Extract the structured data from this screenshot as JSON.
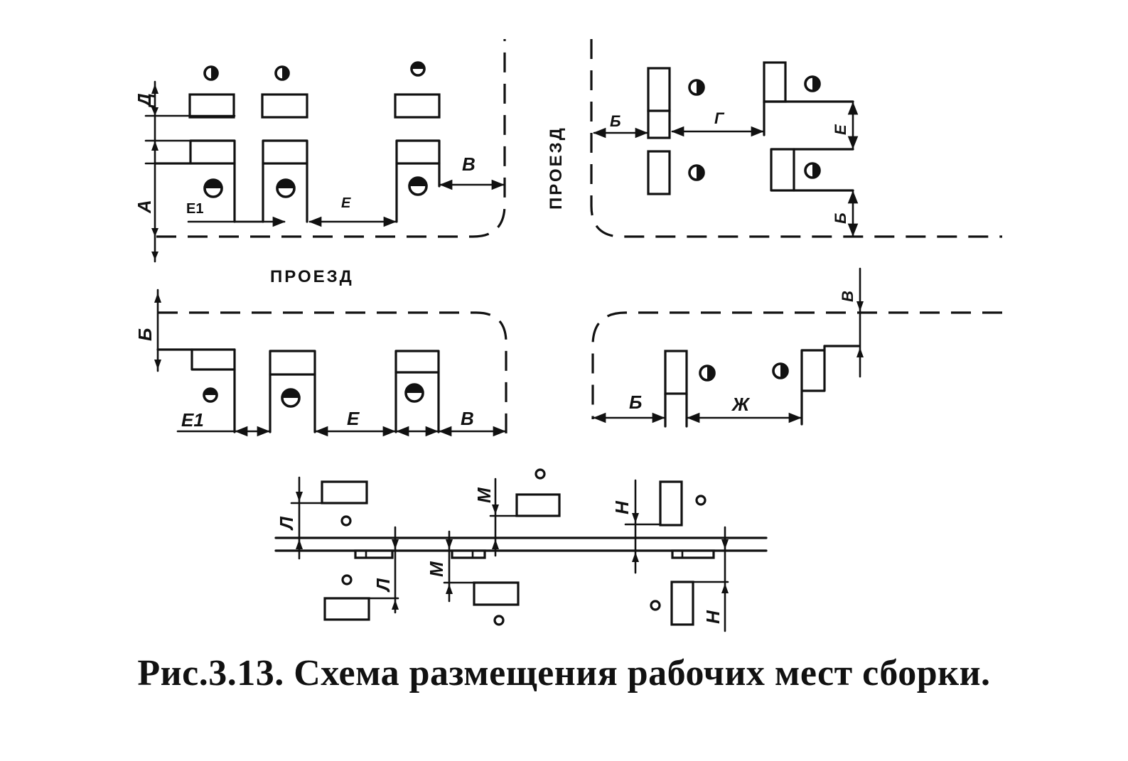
{
  "caption": "Рис.3.13. Схема размещения рабочих мест сборки.",
  "passage_label": "ПРОЕЗД",
  "passage_label_vertical": "ПРОЕЗД",
  "dimension_labels": {
    "a": "А",
    "b": "Б",
    "v": "В",
    "g": "Г",
    "d": "Д",
    "e": "Е",
    "e1": "Е1",
    "zh": "Ж",
    "l": "Л",
    "m": "М",
    "n": "Н"
  }
}
